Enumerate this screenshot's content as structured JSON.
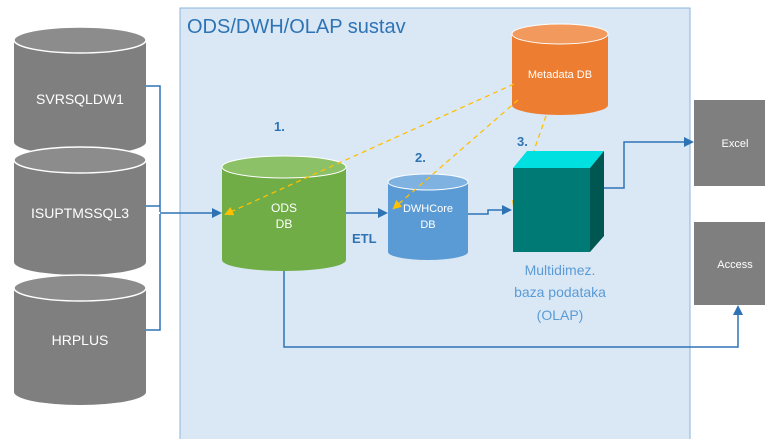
{
  "system": {
    "title": "ODS/DWH/OLAP sustav"
  },
  "sources": [
    {
      "label": "SVRSQLDW1"
    },
    {
      "label": "ISUPTMSSQL3"
    },
    {
      "label": "HRPLUS"
    }
  ],
  "ods": {
    "line1": "ODS",
    "line2": "DB"
  },
  "dwh": {
    "line1": "DWHCore",
    "line2": "DB"
  },
  "metadata": {
    "label": "Metadata DB"
  },
  "olap": {
    "line1": "Multidimez.",
    "line2": "baza podataka",
    "line3": "(OLAP)"
  },
  "steps": {
    "one": "1.",
    "two": "2.",
    "three": "3."
  },
  "etl_label": "ETL",
  "outputs": [
    {
      "label": "Excel"
    },
    {
      "label": "Access"
    }
  ],
  "colors": {
    "system_fill": "#dae8f6",
    "system_border": "#8ab4dc",
    "source_gray": "#7f7f7f",
    "ods_green": "#70ad47",
    "dwh_blue": "#5b9bd5",
    "metadata_orange": "#ed7d31",
    "olap_teal": "#007a75",
    "arrow_blue": "#2e74b5",
    "dash_yellow": "#ffc000"
  }
}
